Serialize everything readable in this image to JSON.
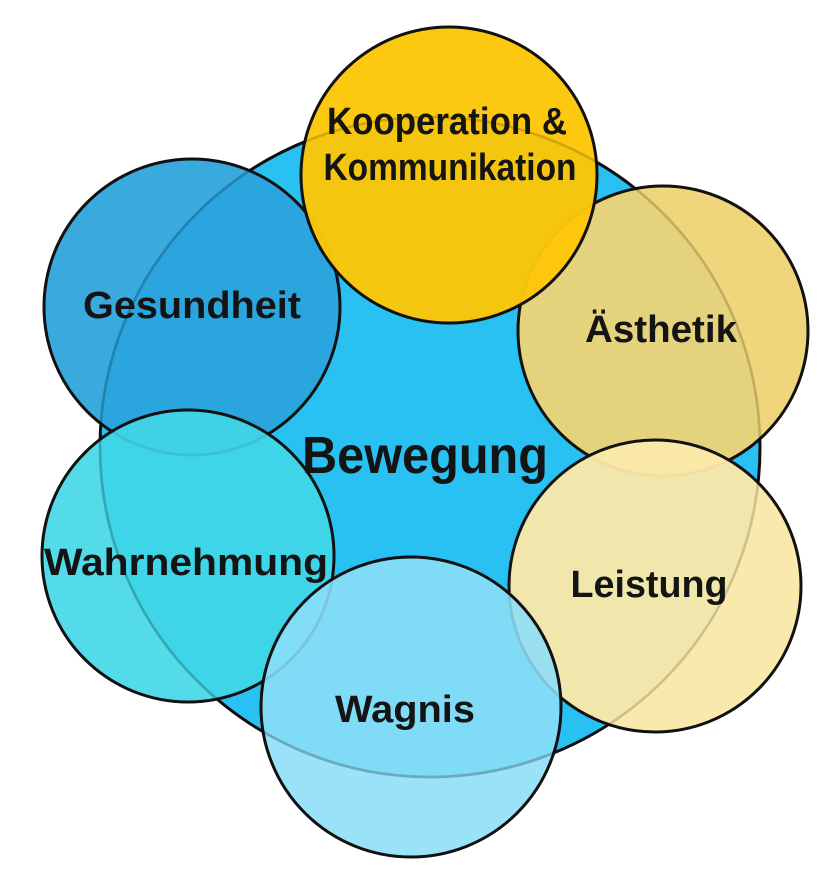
{
  "diagram": {
    "background_color": "#ffffff",
    "outline_color": "#111111",
    "center": {
      "id": "bewegung",
      "label": "Bewegung",
      "color": "#29C0F2"
    },
    "satellites": [
      {
        "id": "kooperation-kommunikation",
        "label": "Kooperation & Kommunikation",
        "label_lines": [
          "Kooperation &",
          "Kommunikation"
        ],
        "color": "#FCC608",
        "position": "top"
      },
      {
        "id": "gesundheit",
        "label": "Gesundheit",
        "color": "#2AA2DB",
        "position": "upper-left"
      },
      {
        "id": "aesthetik",
        "label": "Ästhetik",
        "color": "#EED375",
        "position": "upper-right"
      },
      {
        "id": "leistung",
        "label": "Leistung",
        "color": "#FAE8A9",
        "position": "lower-right"
      },
      {
        "id": "wahrnehmung",
        "label": "Wahrnehmung",
        "color": "#41D7E7",
        "position": "lower-left"
      },
      {
        "id": "wagnis",
        "label": "Wagnis",
        "color": "#8CDEF7",
        "position": "bottom"
      }
    ]
  }
}
